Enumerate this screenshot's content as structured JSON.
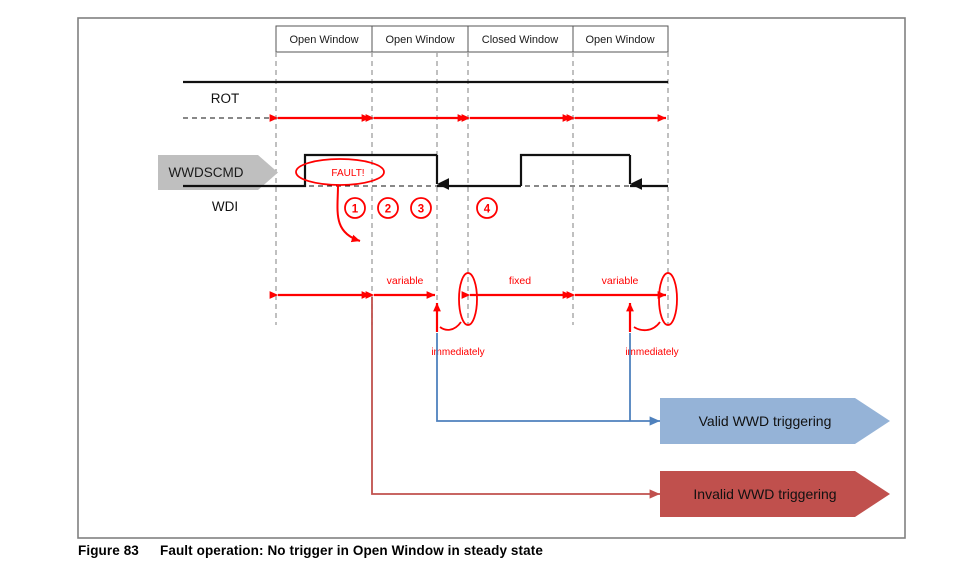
{
  "figure": {
    "number": "Figure 83",
    "caption": "Fault operation: No trigger in Open Window in steady state"
  },
  "colors": {
    "red": "#ff0000",
    "black": "#111111",
    "frame": "#808080",
    "grid": "#a6a6a6",
    "gray_label_fill": "#bfbfbf",
    "valid_blue": "#95b3d7",
    "valid_blue_line": "#4f81bd",
    "invalid_red": "#c0504d",
    "invalid_red_line": "#c0504d"
  },
  "window_headers": [
    {
      "label": "Open Window"
    },
    {
      "label": "Open Window"
    },
    {
      "label": "Closed Window"
    },
    {
      "label": "Open Window"
    }
  ],
  "signals": [
    {
      "name": "ROT"
    },
    {
      "name": "WDI"
    }
  ],
  "command_label": "WWDSCMD",
  "fault_marker": {
    "label": "FAULT!"
  },
  "step_markers": [
    {
      "label": "1"
    },
    {
      "label": "2"
    },
    {
      "label": "3"
    },
    {
      "label": "4"
    }
  ],
  "timing_labels": [
    {
      "label": "variable"
    },
    {
      "label": "fixed"
    },
    {
      "label": "variable"
    }
  ],
  "immediate_labels": [
    {
      "label": "immediately"
    },
    {
      "label": "immediately"
    }
  ],
  "legend": [
    {
      "label": "Valid WWD triggering",
      "kind": "valid"
    },
    {
      "label": "Invalid WWD triggering",
      "kind": "invalid"
    }
  ]
}
